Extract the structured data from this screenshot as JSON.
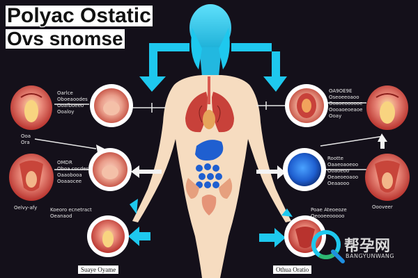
{
  "title": {
    "line1": "Polyac Ostatic",
    "line2": "Ovs snomse"
  },
  "labels": {
    "top_left": "Oarlce\nOboeaoodes\nOoafboeeo\nOoaloy",
    "mid_left_small": "Ooa\nOra",
    "mid_left": "OMDR\nOboa cocdes\nOaaobooa\nOoaaocee",
    "bottom_left_a": "Oelvy-afy",
    "bottom_left_b": "Koeoro ecnetract\nOeanaod",
    "bottom_caption_left": "Suaye Oyame",
    "top_right": "OA9OE9E\nOseoeeoaoo\nOoaoeoooooe\nOooaoeoeaoe\nOoay",
    "mid_right": "Rootte\nOaaeoaoeoo\nOoaoeoo\nOeaeoeoaoo\nOeaaooo",
    "bottom_right_a": "Poae Ateoeoze\nOeooeeooooo",
    "bottom_right_b": "Oooveer",
    "bottom_caption_right": "Othua Oratio"
  },
  "watermark": {
    "chinese": "帮孕网",
    "latin": "BANGYUNWANG"
  },
  "colors": {
    "background": "#14101a",
    "accent_cyan": "#1ec8ee",
    "body_skin": "#f6dcc0",
    "organ_red": "#b8332e",
    "organ_blue": "#1f5fd0"
  }
}
